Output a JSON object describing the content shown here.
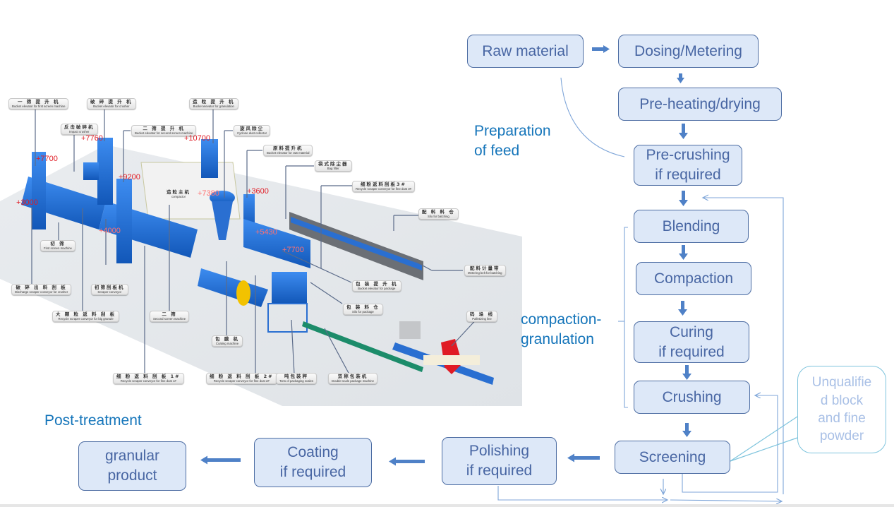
{
  "plant_diagram": {
    "labels": [
      {
        "zh": "一 筛 提 升 机",
        "en": "Bucket elevator for first screen machine"
      },
      {
        "zh": "破 碎 提 升 机",
        "en": "Bucket elevator for crusher"
      },
      {
        "zh": "造 粒 提 升 机",
        "en": "Bucket elevator for granulation"
      },
      {
        "zh": "反击破碎机",
        "en": "Impact crusher"
      },
      {
        "zh": "二 筛 提 升 机",
        "en": "Bucket elevator for second screen machine"
      },
      {
        "zh": "旋风除尘",
        "en": "Cyclone dust collector"
      },
      {
        "zh": "原料提升机",
        "en": "Bucket elevator for raw material"
      },
      {
        "zh": "袋式除尘器",
        "en": "Bag filter"
      },
      {
        "zh": "细粉返料刮板3#",
        "en": "Recycle scraper conveyor for fine dust 3#"
      },
      {
        "zh": "配 料 料 仓",
        "en": "Silo for batching"
      },
      {
        "zh": "造粒主机",
        "en": "compactor"
      },
      {
        "zh": "初 筛",
        "en": "First screen machine"
      },
      {
        "zh": "破 碎 出 料 刮 板",
        "en": "Discharge scraper conveyor for crusher"
      },
      {
        "zh": "初筛刮板机",
        "en": "Scraper conveyor"
      },
      {
        "zh": "大 颗 粒 返 料 刮 板",
        "en": "Recycle scraper conveyor for big granule"
      },
      {
        "zh": "二 筛",
        "en": "Second screen machine"
      },
      {
        "zh": "配料计量带",
        "en": "Metering belt for batching"
      },
      {
        "zh": "包 装 提 升 机",
        "en": "Bucket elevator for package"
      },
      {
        "zh": "包 装 料 仓",
        "en": "Silo for package"
      },
      {
        "zh": "码 垛 线",
        "en": "Palletizing line"
      },
      {
        "zh": "包 膜 机",
        "en": "Coating machine"
      },
      {
        "zh": "细 粉 返 料 刮 板 1#",
        "en": "Recycle scraper conveyor for fine dust 1#"
      },
      {
        "zh": "细 粉 返 料 刮 板 2#",
        "en": "Recycle scraper conveyor for fine dust 2#"
      },
      {
        "zh": "吨包装秤",
        "en": "Tons of packaging scales"
      },
      {
        "zh": "双称包装机",
        "en": "Double-scale package machine"
      }
    ],
    "elevations": [
      "+7700",
      "+7760",
      "+10700",
      "+9200",
      "+3000",
      "+7380",
      "+3600",
      "+4000",
      "+5430",
      "+7700"
    ]
  },
  "flow": {
    "raw_material": "Raw material",
    "dosing": "Dosing/Metering",
    "preheating": "Pre-heating/drying",
    "precrushing": [
      "Pre-crushing",
      "if required"
    ],
    "blending": "Blending",
    "compaction": "Compaction",
    "curing": [
      "Curing",
      "if required"
    ],
    "crushing": "Crushing",
    "screening": "Screening",
    "polishing": [
      "Polishing",
      "if required"
    ],
    "coating": [
      "Coating",
      "if required"
    ],
    "product": [
      "granular",
      "product"
    ]
  },
  "sections": {
    "preparation": [
      "Preparation",
      "of feed"
    ],
    "compaction_granulation": [
      "compaction-",
      "granulation"
    ],
    "post_treatment": "Post-treatment"
  },
  "callout": [
    "Unqualifie",
    "d block",
    "and fine",
    "powder"
  ],
  "colors": {
    "box_fill": "#dde8f8",
    "box_border": "#4d6da3",
    "box_text": "#4866a3",
    "section_text": "#1575ba",
    "arrow": "#4f81c7",
    "thin_line": "#7fa6d9",
    "callout_border": "#7ec4dd",
    "callout_text": "#a9c0e6",
    "elevation_red": "#e01b24",
    "machine_blue": "#1e6fd6"
  }
}
